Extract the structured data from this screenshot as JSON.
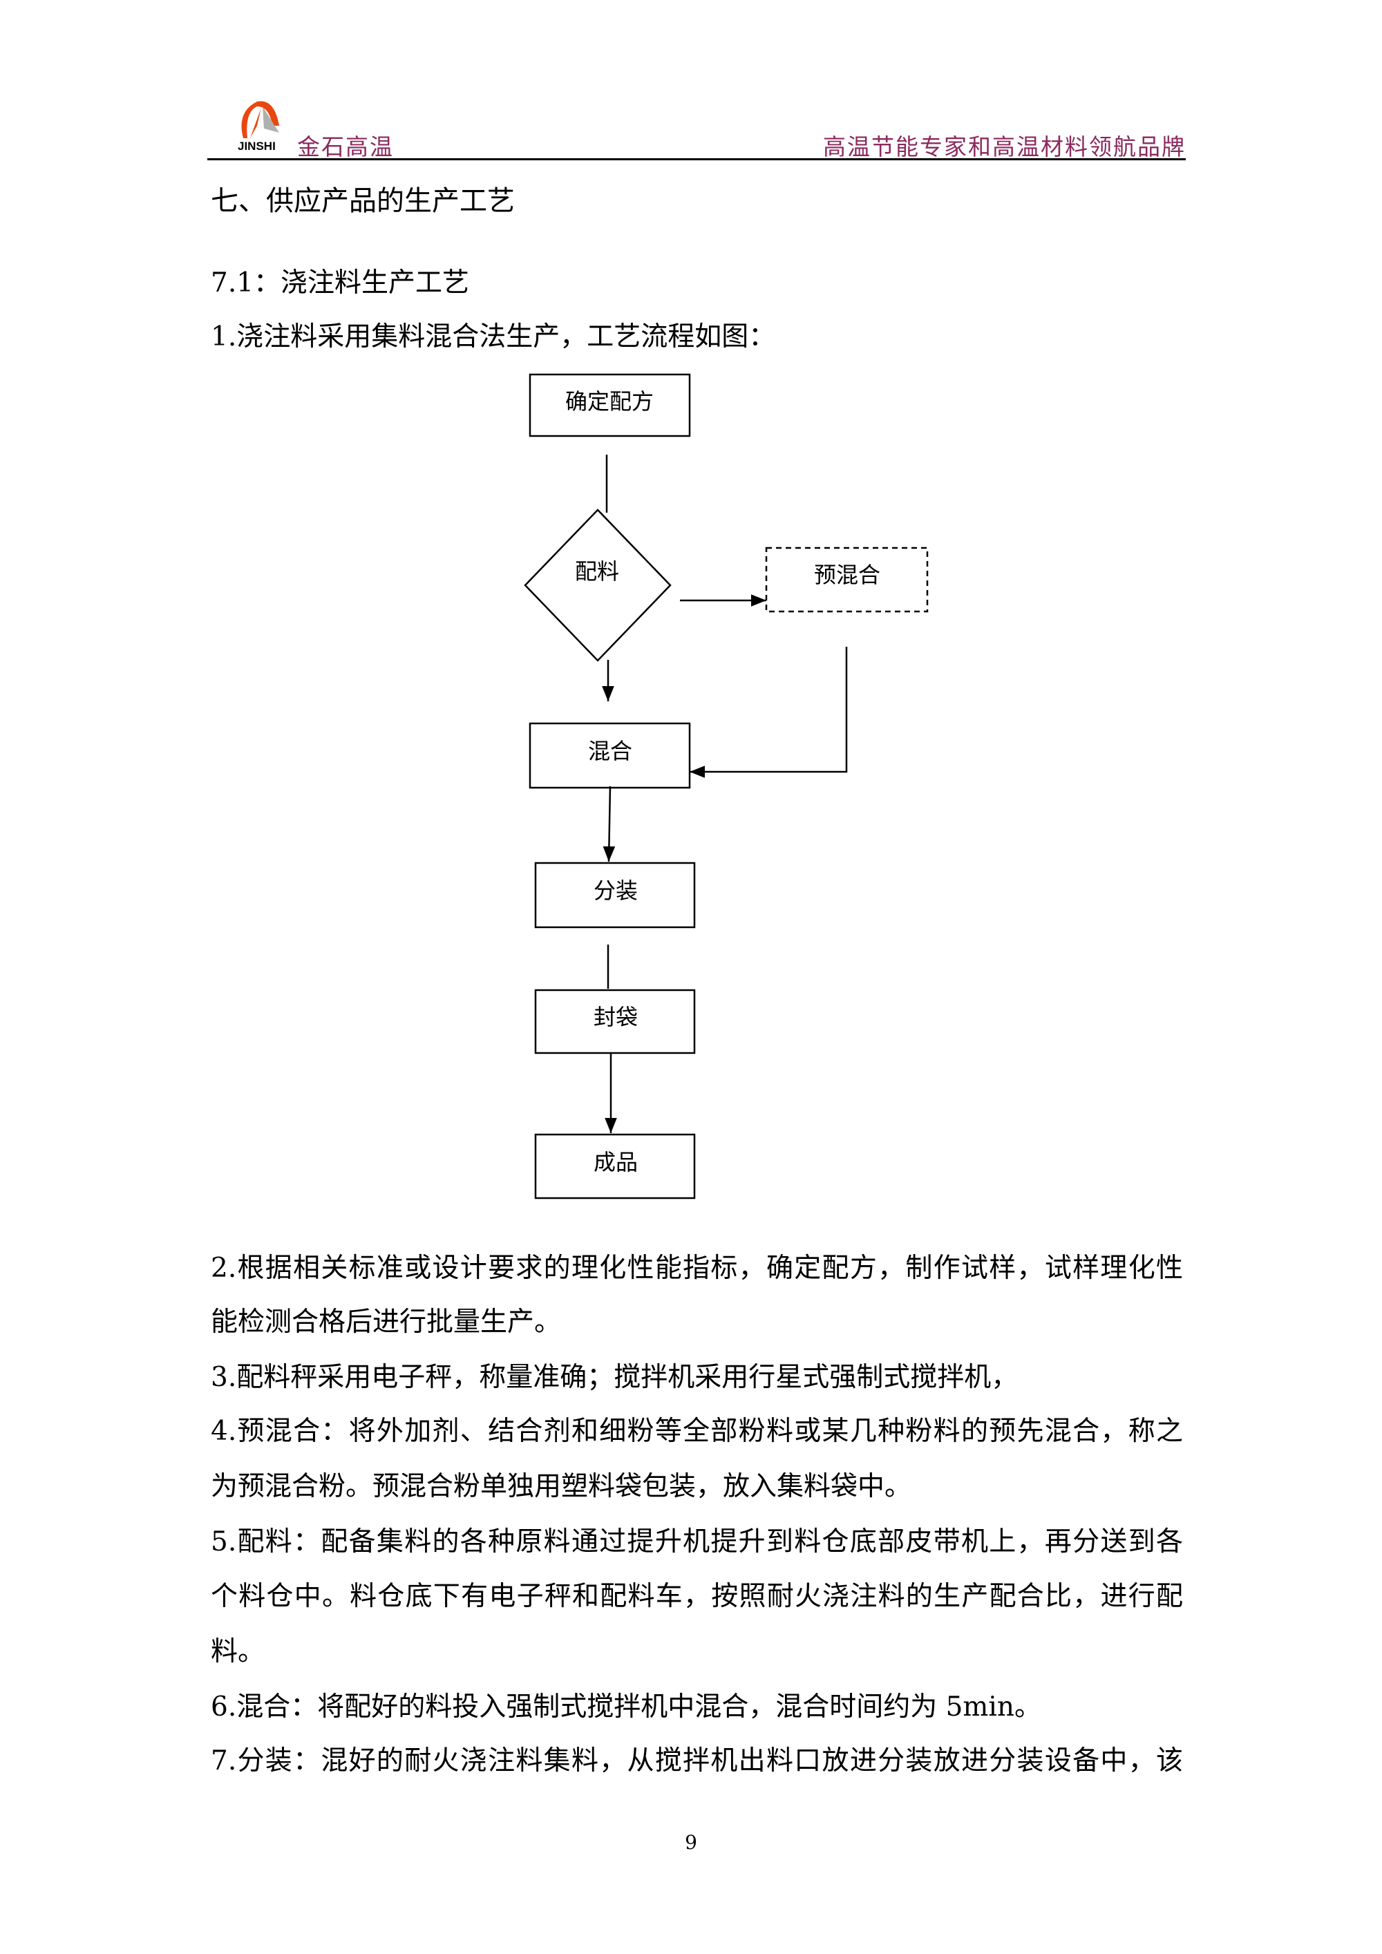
{
  "header": {
    "logo_text": "JINSHI",
    "brand": "金石高温",
    "slogan": "高温节能专家和高温材料领航品牌"
  },
  "section_title": "七、供应产品的生产工艺",
  "subsection_title": "7.1：浇注料生产工艺",
  "intro": "1.浇注料采用集料混合法生产，工艺流程如图：",
  "flowchart": {
    "nodes": [
      "确定配方",
      "配料",
      "预混合",
      "混合",
      "分装",
      "封袋",
      "成品"
    ]
  },
  "body_lines": [
    "2.根据相关标准或设计要求的理化性能指标，确定配方，制作试样，试样理化性",
    "能检测合格后进行批量生产。",
    "3.配料秤采用电子秤，称量准确；搅拌机采用行星式强制式搅拌机，",
    "4.预混合：将外加剂、结合剂和细粉等全部粉料或某几种粉料的预先混合，称之",
    "为预混合粉。预混合粉单独用塑料袋包装，放入集料袋中。",
    "5.配料：配备集料的各种原料通过提升机提升到料仓底部皮带机上，再分送到各",
    "个料仓中。料仓底下有电子秤和配料车，按照耐火浇注料的生产配合比，进行配",
    "料。",
    "6.混合：将配好的料投入强制式搅拌机中混合，混合时间约为 5min。",
    "7.分装：混好的耐火浇注料集料，从搅拌机出料口放进分装放进分装设备中，该"
  ],
  "page_number": "9",
  "colors": {
    "brand": "#8b2a5e",
    "logo_orange": "#e8470e",
    "logo_gray": "#b0b0b0"
  }
}
